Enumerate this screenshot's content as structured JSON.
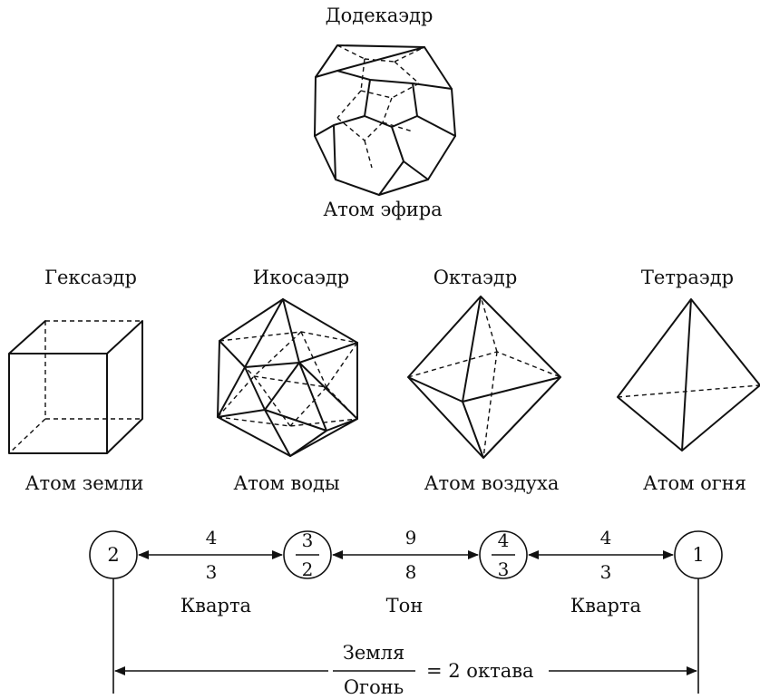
{
  "solids": {
    "dodecahedron": {
      "name": "Додекаэдр",
      "atom": "Атом эфира"
    },
    "hexahedron": {
      "name": "Гексаэдр",
      "atom": "Атом земли"
    },
    "icosahedron": {
      "name": "Икосаэдр",
      "atom": "Атом воды"
    },
    "octahedron": {
      "name": "Октаэдр",
      "atom": "Атом воздуха"
    },
    "tetrahedron": {
      "name": "Тетраэдр",
      "atom": "Атом огня"
    }
  },
  "ratios": {
    "nodes": [
      {
        "value": "2"
      },
      {
        "num": "3",
        "den": "2"
      },
      {
        "num": "4",
        "den": "3"
      },
      {
        "value": "1"
      }
    ],
    "intervals": [
      {
        "num": "4",
        "den": "3",
        "name": "Кварта"
      },
      {
        "num": "9",
        "den": "8",
        "name": "Тон"
      },
      {
        "num": "4",
        "den": "3",
        "name": "Кварта"
      }
    ],
    "total": {
      "num": "Земля",
      "den": "Огонь",
      "rest": "= 2 октава"
    }
  }
}
